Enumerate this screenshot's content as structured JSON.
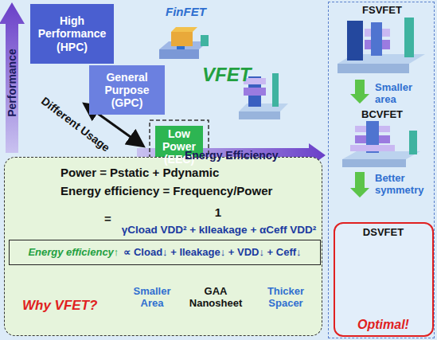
{
  "diagram": {
    "nodes": [
      {
        "text": [
          "High Performance (HPC)"
        ]
      },
      {
        "text": [
          "General Purpose (GPC)"
        ]
      },
      {
        "text": [
          "Low Power (EEC)"
        ]
      },
      {
        "text": [
          "Power = Pstatic + Pdynamic",
          "Energy efficiency = Frequency/Power",
          "=",
          "1",
          "γCload VDD² + kIleakage + αCeff VDD²",
          "Smaller Area",
          "GAA Nanosheet",
          "Thicker Spacer",
          "Why VFET?"
        ]
      },
      {
        "text": [
          "Energy efficiency↑",
          "∝ Cload↓ + Ileakage↓ + VDD↓ + Ceff↓"
        ],
        "in": 3
      },
      {
        "text": [
          "FSVFET",
          "Smaller area",
          "BCVFET",
          "Better symmetry"
        ]
      },
      {
        "text": [
          "DSVFET",
          "Optimal!"
        ],
        "in": 5
      }
    ],
    "labels": [
      "Performance",
      "Energy Efficiency",
      "FinFET",
      "VFET",
      "Different Usage"
    ]
  }
}
